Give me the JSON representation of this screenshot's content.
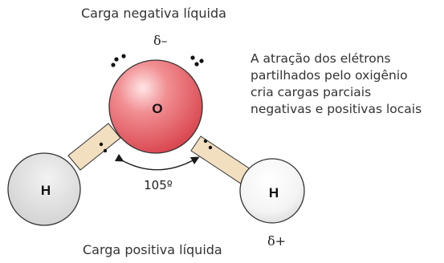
{
  "labels": {
    "top_caption": "Carga negativa líquida",
    "bottom_caption": "Carga positiva líquida",
    "delta_negative": "δ–",
    "delta_positive": "δ+",
    "angle": "105º",
    "oxygen": "O",
    "hydrogen_left": "H",
    "hydrogen_right": "H"
  },
  "explanation": [
    "A atração dos elétrons",
    "partilhados pelo oxigênio",
    "cria cargas parciais",
    "negativas e positivas locais"
  ],
  "colors": {
    "oxygen": "#e8585e",
    "hydrogen": "#d9d9d9",
    "bond": "#f2dfc0",
    "text": "#333333"
  }
}
